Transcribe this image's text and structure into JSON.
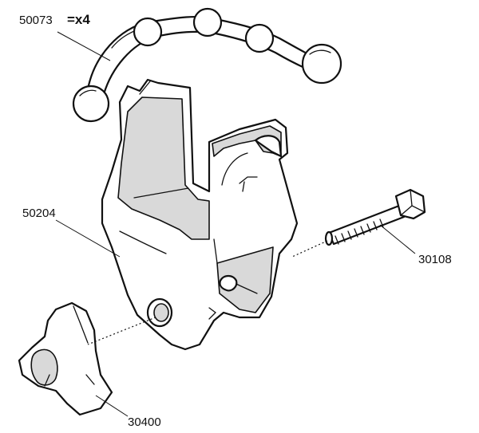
{
  "parts": {
    "strap": {
      "number": "50073",
      "quantity": "=x4"
    },
    "bracket": {
      "number": "50204"
    },
    "bolt": {
      "number": "30108"
    },
    "knob": {
      "number": "30400"
    }
  },
  "colors": {
    "line": "#111111",
    "shade": "#d9d9d9",
    "background": "#ffffff"
  }
}
